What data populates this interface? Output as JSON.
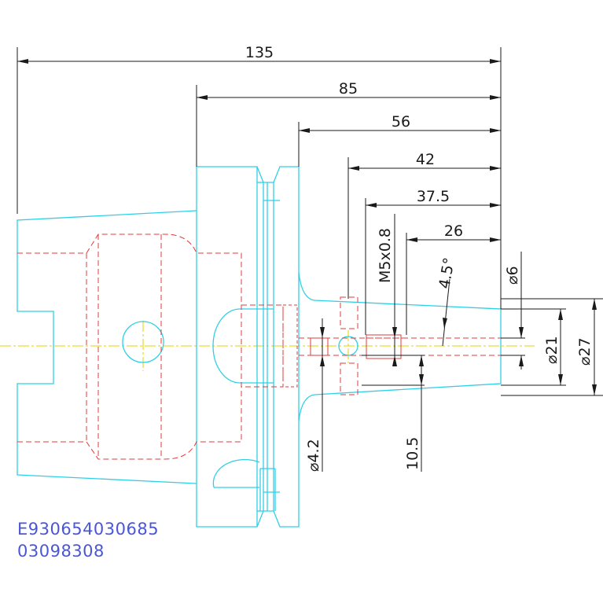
{
  "drawing": {
    "dimensions": {
      "overall_length": "135",
      "flange_to_end": "85",
      "collar_to_end": "56",
      "pin_to_end": "42",
      "thread_start_to_end": "37.5",
      "thread_to_end": "26",
      "taper_angle": "4.5°",
      "thread_spec": "M5x0.8",
      "bore_small": "⌀6",
      "nose_dia": "⌀21",
      "collar_dia": "⌀27",
      "pin_hole": "⌀4.2",
      "pin_offset": "10.5"
    },
    "colors": {
      "outline": "#2fd0e6",
      "hidden": "#e23b3b",
      "centerline": "#e4d200",
      "dimension": "#1a1a1a",
      "reference_text": "#4a56d8"
    }
  },
  "reference": {
    "line1": "E930654030685",
    "line2": "03098308"
  }
}
